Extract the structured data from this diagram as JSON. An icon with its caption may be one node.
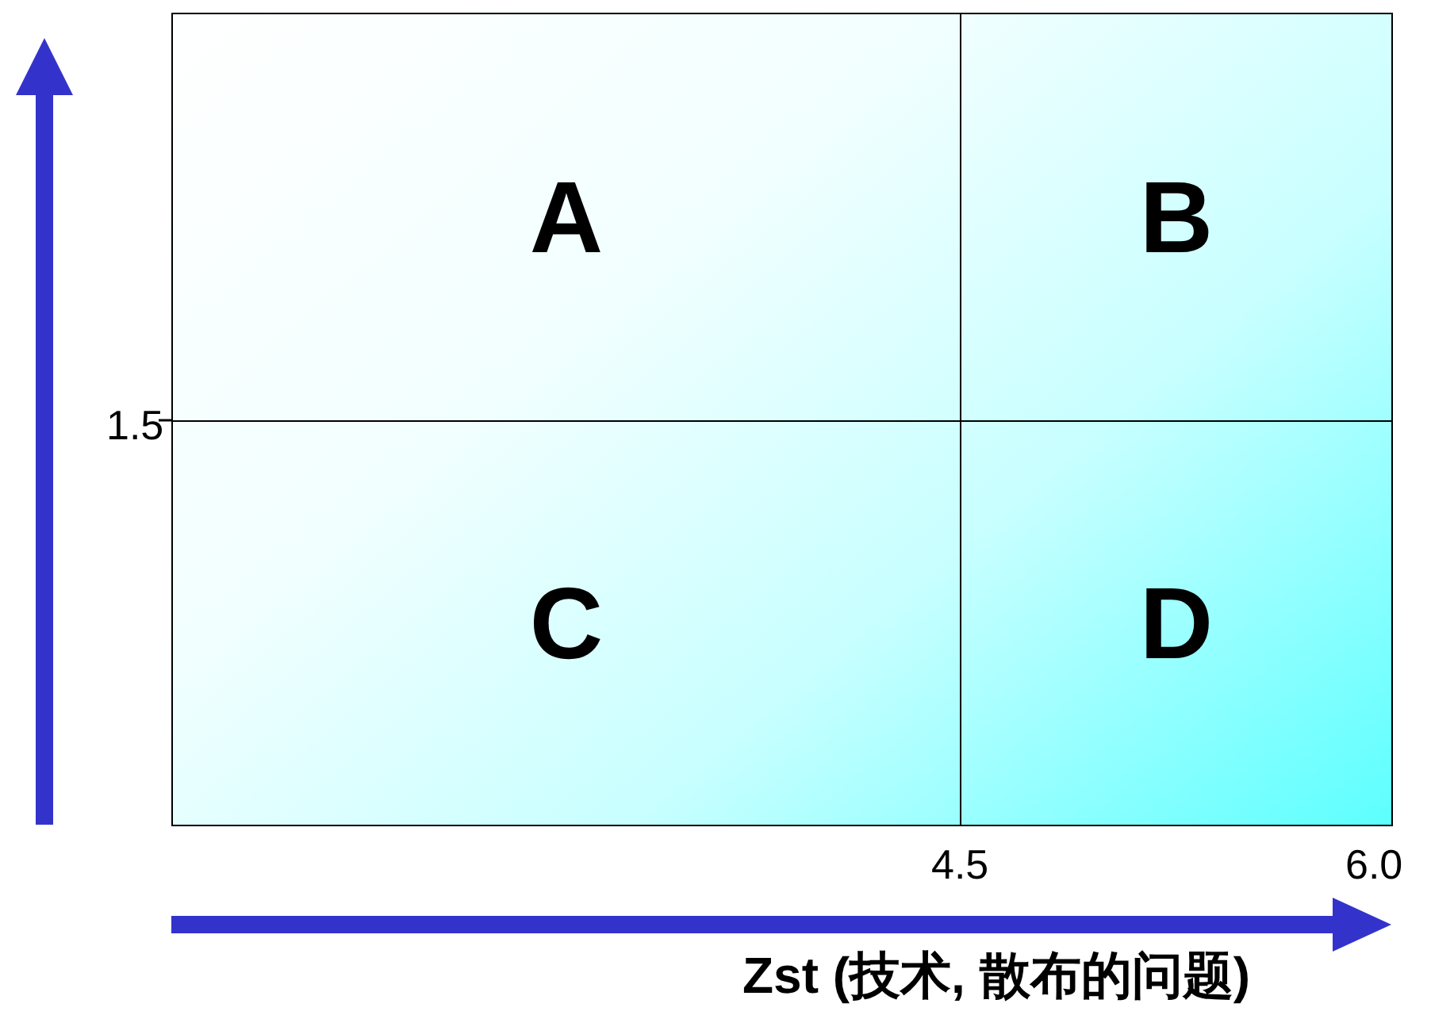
{
  "diagram": {
    "nodes": [
      {
        "text": [
          "A"
        ]
      },
      {
        "text": [
          "B"
        ]
      },
      {
        "text": [
          "C"
        ]
      },
      {
        "text": [
          "D"
        ]
      }
    ],
    "labels": [
      "1.5",
      "4.5",
      "6.0",
      "Zst (技术, 散布的问题)"
    ]
  }
}
